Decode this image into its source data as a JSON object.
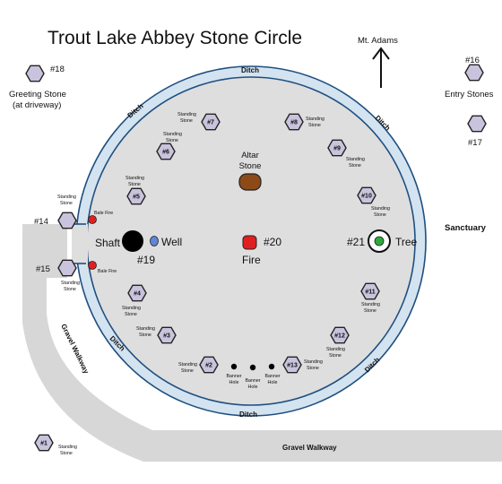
{
  "title": "Trout Lake Abbey Stone Circle",
  "north": {
    "label": "Mt. Adams"
  },
  "ditch_label": "Ditch",
  "walkway_label": "Gravel Walkway",
  "sanctuary_label": "Sanctuary",
  "standing_stone": "Standing",
  "standing_stone_2": "Stone",
  "stones": {
    "s1": "#1",
    "s2": "#2",
    "s3": "#3",
    "s4": "#4",
    "s5": "#5",
    "s6": "#6",
    "s7": "#7",
    "s8": "#8",
    "s9": "#9",
    "s10": "#10",
    "s11": "#11",
    "s12": "#12",
    "s13": "#13"
  },
  "outer": {
    "s14": "#14",
    "s15": "#15",
    "s16": "#16",
    "s17": "#17",
    "s18": "#18",
    "greeting_1": "Greeting Stone",
    "greeting_2": "(at driveway)",
    "entry": "Entry Stones"
  },
  "features": {
    "altar_1": "Altar",
    "altar_2": "Stone",
    "fire_num": "#20",
    "fire": "Fire",
    "shaft": "Shaft",
    "shaft_num": "#19",
    "well": "Well",
    "tree_num": "#21",
    "tree": "Tree",
    "bale_fire": "Bale Fire",
    "banner_1": "Banner",
    "banner_2": "Hole"
  },
  "colors": {
    "field": "#dedede",
    "ring": "#d4e3f0",
    "ring_stroke": "#1f4f80",
    "stone": "#c9c3dd",
    "altar": "#8b4a18",
    "fire": "#e02020",
    "well": "#5d87d8",
    "tree": "#2eaa3a",
    "bale_fire": "#e02020",
    "walkway": "#d7d7d7"
  }
}
